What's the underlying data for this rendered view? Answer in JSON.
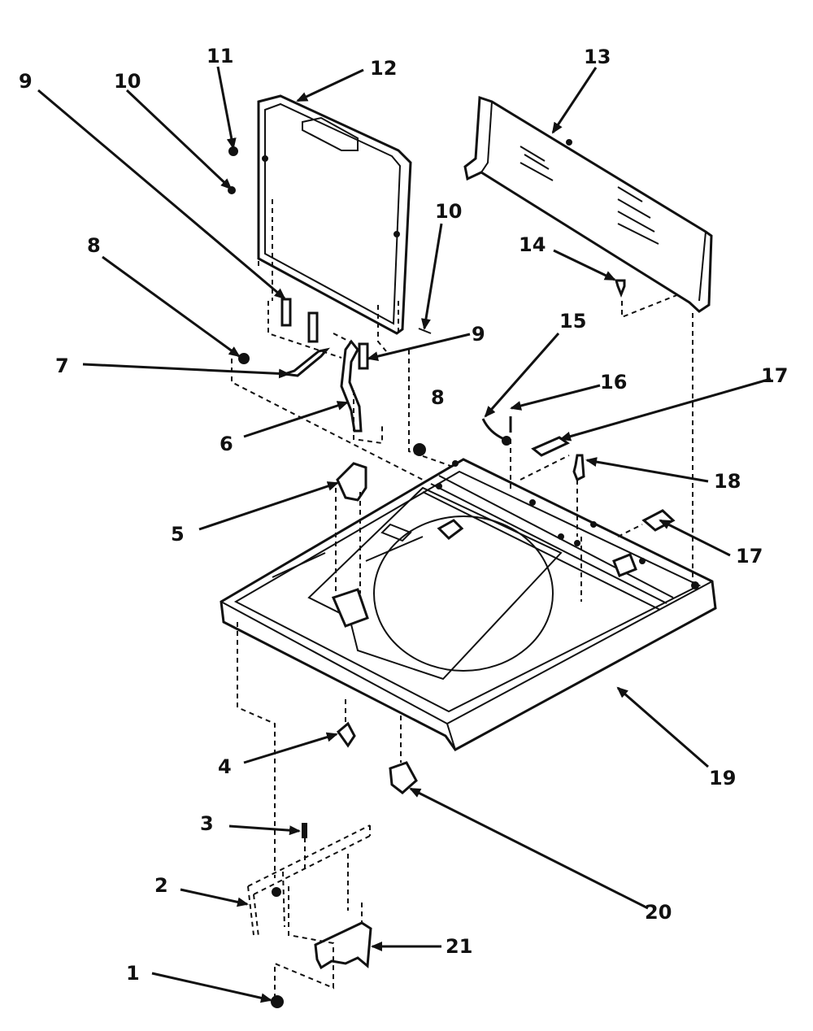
{
  "labels": [
    {
      "id": "l1",
      "text": "1"
    },
    {
      "id": "l2",
      "text": "2"
    },
    {
      "id": "l3",
      "text": "3"
    },
    {
      "id": "l4",
      "text": "4"
    },
    {
      "id": "l5",
      "text": "5"
    },
    {
      "id": "l6",
      "text": "6"
    },
    {
      "id": "l7",
      "text": "7"
    },
    {
      "id": "l8a",
      "text": "8"
    },
    {
      "id": "l8b",
      "text": "8"
    },
    {
      "id": "l9a",
      "text": "9"
    },
    {
      "id": "l9b",
      "text": "9"
    },
    {
      "id": "l10a",
      "text": "10"
    },
    {
      "id": "l10b",
      "text": "10"
    },
    {
      "id": "l11",
      "text": "11"
    },
    {
      "id": "l12",
      "text": "12"
    },
    {
      "id": "l13",
      "text": "13"
    },
    {
      "id": "l14",
      "text": "14"
    },
    {
      "id": "l15",
      "text": "15"
    },
    {
      "id": "l16",
      "text": "16"
    },
    {
      "id": "l17a",
      "text": "17"
    },
    {
      "id": "l17b",
      "text": "17"
    },
    {
      "id": "l18",
      "text": "18"
    },
    {
      "id": "l19",
      "text": "19"
    },
    {
      "id": "l20",
      "text": "20"
    },
    {
      "id": "l21",
      "text": "21"
    }
  ]
}
